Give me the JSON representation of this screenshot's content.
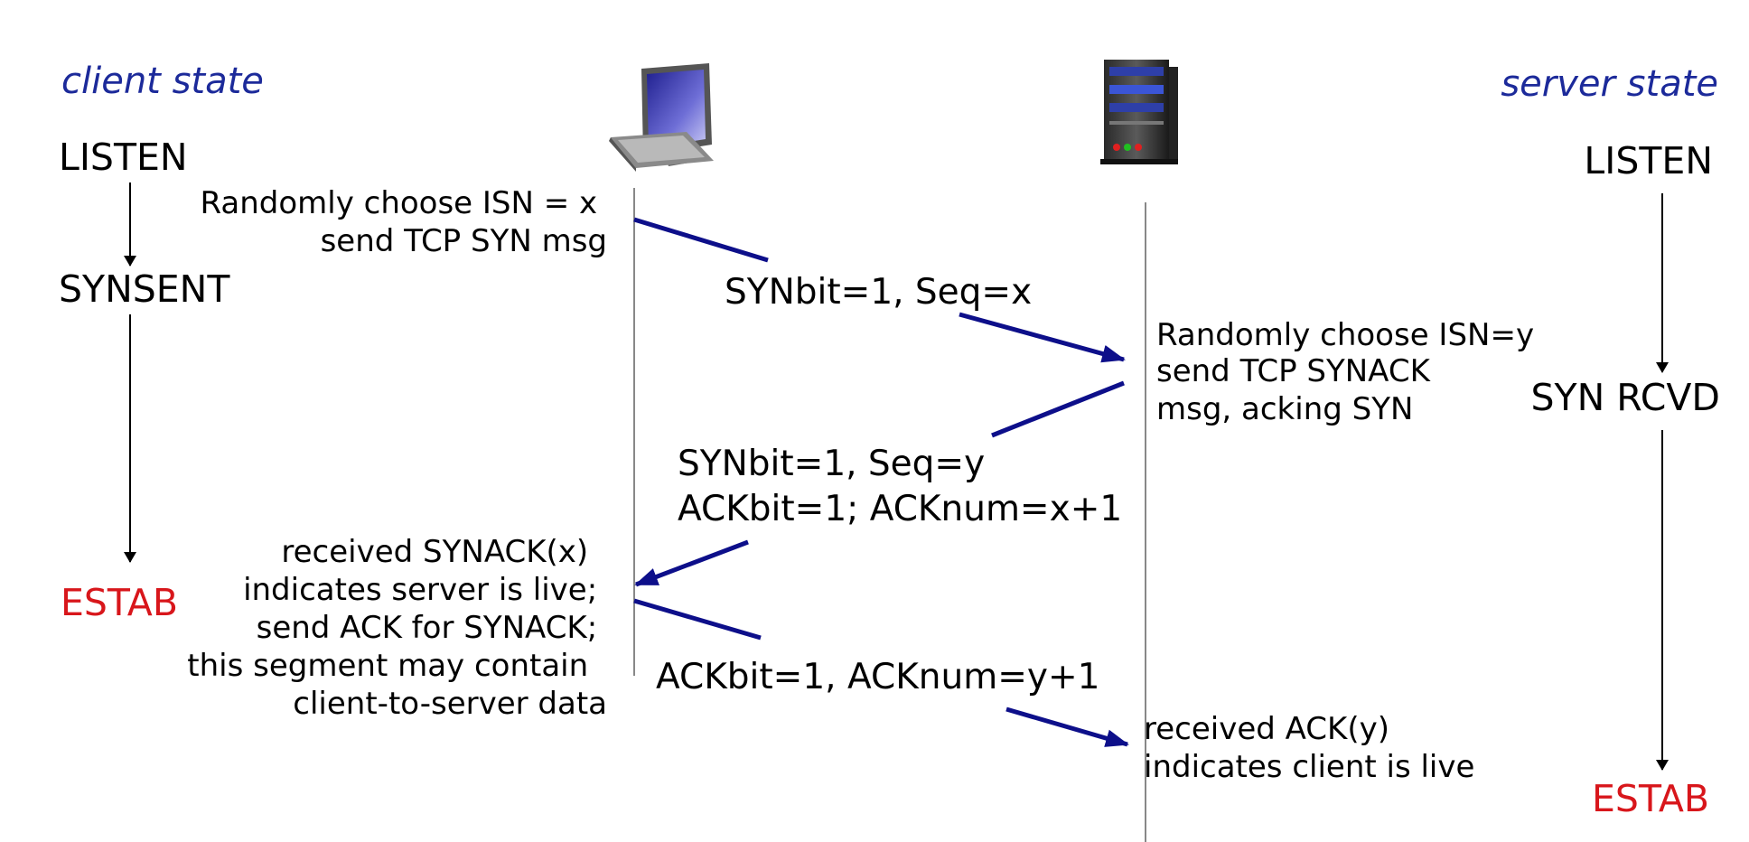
{
  "colors": {
    "segment": "#0d0f8a",
    "estab": "#d8161b",
    "title": "#1c2a9a",
    "text": "#000000",
    "timeline": "#888888"
  },
  "icons": {
    "client": "desktop-computer-icon",
    "server": "server-tower-icon"
  },
  "client": {
    "title": "client state",
    "states": [
      "LISTEN",
      "SYNSENT",
      "ESTAB"
    ],
    "note1": [
      "Randomly choose ISN = x",
      "send TCP SYN msg"
    ],
    "note2": [
      "received SYNACK(x)",
      "indicates server is live;",
      "send ACK for SYNACK;",
      "this segment may contain",
      "client-to-server data"
    ]
  },
  "server": {
    "title": "server state",
    "states": [
      "LISTEN",
      "SYN RCVD",
      "ESTAB"
    ],
    "note1": [
      "Randomly choose ISN=y",
      "send TCP SYNACK",
      "msg, acking SYN"
    ],
    "note2": [
      "received ACK(y)",
      "indicates client is live"
    ]
  },
  "messages": {
    "syn": "SYNbit=1, Seq=x",
    "synack": [
      "SYNbit=1, Seq=y",
      "ACKbit=1; ACKnum=x+1"
    ],
    "ack": "ACKbit=1, ACKnum=y+1"
  }
}
